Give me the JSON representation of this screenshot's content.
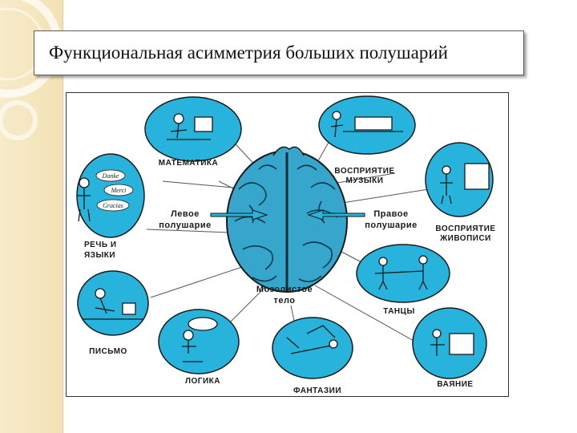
{
  "slide": {
    "title": "Функциональная асимметрия больших полушарий"
  },
  "diagram": {
    "colors": {
      "bubble_fill": "#27b3dc",
      "brain_fill": "#36a6cc",
      "outline": "#1a1a1a"
    },
    "left_hemisphere": [
      "Левое",
      "полушарие"
    ],
    "right_hemisphere": [
      "Правое",
      "полушарие"
    ],
    "corpus_callosum": [
      "Мозолистое",
      "тело"
    ],
    "functions": {
      "math": [
        "МАТЕМАТИКА"
      ],
      "speech": [
        "РЕЧЬ И",
        "ЯЗЫКИ"
      ],
      "writing": [
        "ПИСЬМО"
      ],
      "logic": [
        "ЛОГИКА"
      ],
      "fantasy": [
        "ФАНТАЗИИ"
      ],
      "music": [
        "ВОСПРИЯТИЕ",
        "МУЗЫКИ"
      ],
      "painting": [
        "ВОСПРИЯТИЕ",
        "ЖИВОПИСИ"
      ],
      "dance": [
        "ТАНЦЫ"
      ],
      "sculpture": [
        "ВАЯНИЕ"
      ]
    },
    "speech_bubbles": [
      "Danke",
      "Merci",
      "Gracias"
    ]
  }
}
